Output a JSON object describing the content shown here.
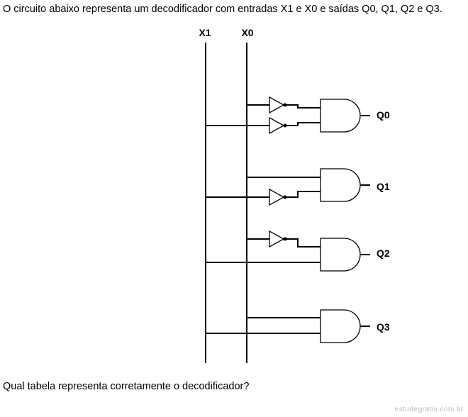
{
  "question": "O circuito abaixo representa um decodificador com entradas X1 e X0 e saídas Q0, Q1, Q2 e Q3.",
  "inputs": {
    "x1": "X1",
    "x0": "X0"
  },
  "outputs": {
    "q0": "Q0",
    "q1": "Q1",
    "q2": "Q2",
    "q3": "Q3"
  },
  "prompt": "Qual tabela representa corretamente o decodificador?",
  "watermark": "estudegratis.com.br"
}
